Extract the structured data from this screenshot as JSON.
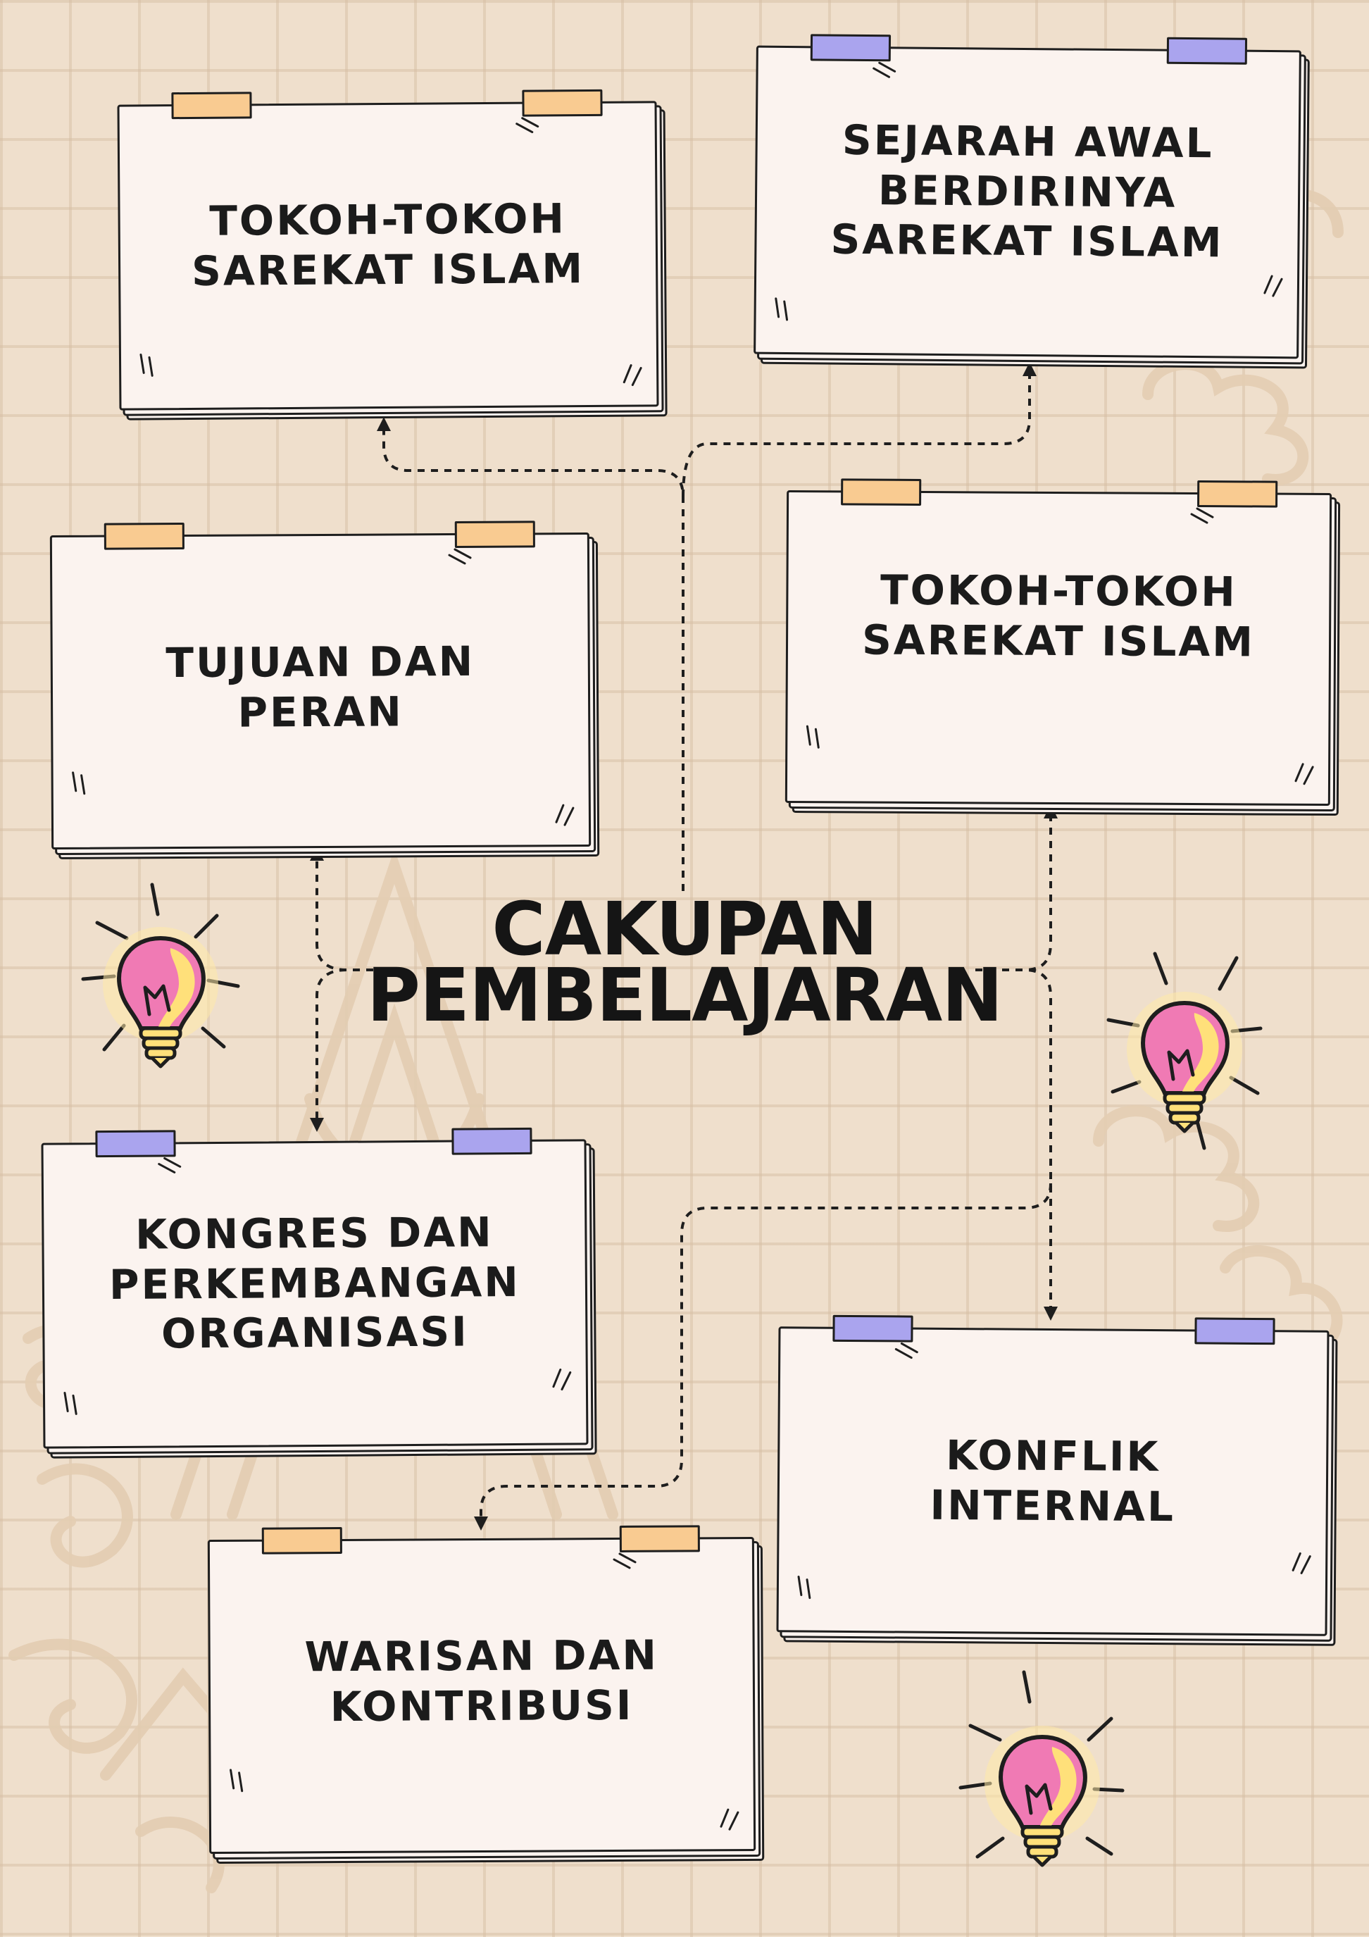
{
  "title": "CAKUPAN\nPEMBELAJARAN",
  "cards": [
    {
      "text": "TOKOH-TOKOH\nSAREKAT ISLAM"
    },
    {
      "text": "SEJARAH AWAL\nBERDIRINYA\nSAREKAT ISLAM"
    },
    {
      "text": "TUJUAN DAN\nPERAN"
    },
    {
      "text": "TOKOH-TOKOH\nSAREKAT ISLAM"
    },
    {
      "text": "KONGRES DAN\nPERKEMBANGAN\nORGANISASI"
    },
    {
      "text": "KONFLIK\nINTERNAL"
    },
    {
      "text": "WARISAN DAN\nKONTRIBUSI"
    }
  ],
  "colors": {
    "background": "#efdfcc",
    "card": "#fbf3ef",
    "tape_orange": "#f9cb91",
    "tape_purple": "#aaa4ee",
    "ink": "#1e1e1e",
    "bulb_pink": "#f07ab4",
    "bulb_yellow": "#ffe07a"
  },
  "icons": [
    "lightbulb-icon",
    "tape-strip",
    "scribble-mark",
    "batik-cloud-motif"
  ]
}
